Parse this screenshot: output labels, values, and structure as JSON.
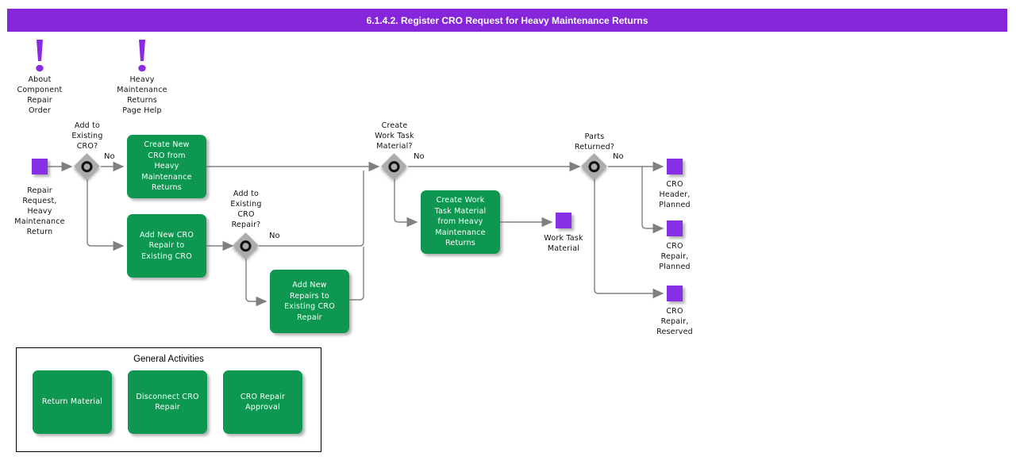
{
  "banner": {
    "title": "6.1.4.2. Register CRO Request for Heavy Maintenance Returns"
  },
  "help_links": [
    {
      "label": "About\nComponent\nRepair\nOrder"
    },
    {
      "label": "Heavy\nMaintenance\nReturns\nPage Help"
    }
  ],
  "flow": {
    "start": {
      "label": "Repair\nRequest,\nHeavy\nMaintenance\nReturn"
    },
    "decisions": [
      {
        "label": "Add to\nExisting\nCRO?",
        "no_label": "No"
      },
      {
        "label": "Add to\nExisting\nCRO\nRepair?",
        "no_label": "No"
      },
      {
        "label": "Create\nWork Task\nMaterial?",
        "no_label": "No"
      },
      {
        "label": "Parts\nReturned?",
        "no_label": "No"
      }
    ],
    "activities": [
      {
        "label": "Create New\nCRO from\nHeavy\nMaintenance\nReturns"
      },
      {
        "label": "Add New CRO\nRepair to\nExisting CRO"
      },
      {
        "label": "Add New\nRepairs to\nExisting CRO\nRepair"
      },
      {
        "label": "Create Work\nTask Material\nfrom Heavy\nMaintenance\nReturns"
      }
    ],
    "outputs": [
      {
        "label": "Work Task\nMaterial"
      },
      {
        "label": "CRO\nHeader,\nPlanned"
      },
      {
        "label": "CRO\nRepair,\nPlanned"
      },
      {
        "label": "CRO\nRepair,\nReserved"
      }
    ]
  },
  "general_activities": {
    "title": "General Activities",
    "buttons": [
      {
        "label": "Return Material"
      },
      {
        "label": "Disconnect CRO\nRepair"
      },
      {
        "label": "CRO Repair\nApproval"
      }
    ]
  },
  "colors": {
    "banner_bg": "#8526DA",
    "event_square": "#8730E3",
    "activity_green": "#0E9751",
    "decision_gray": "#ACACAC",
    "connector_gray": "#808080"
  }
}
